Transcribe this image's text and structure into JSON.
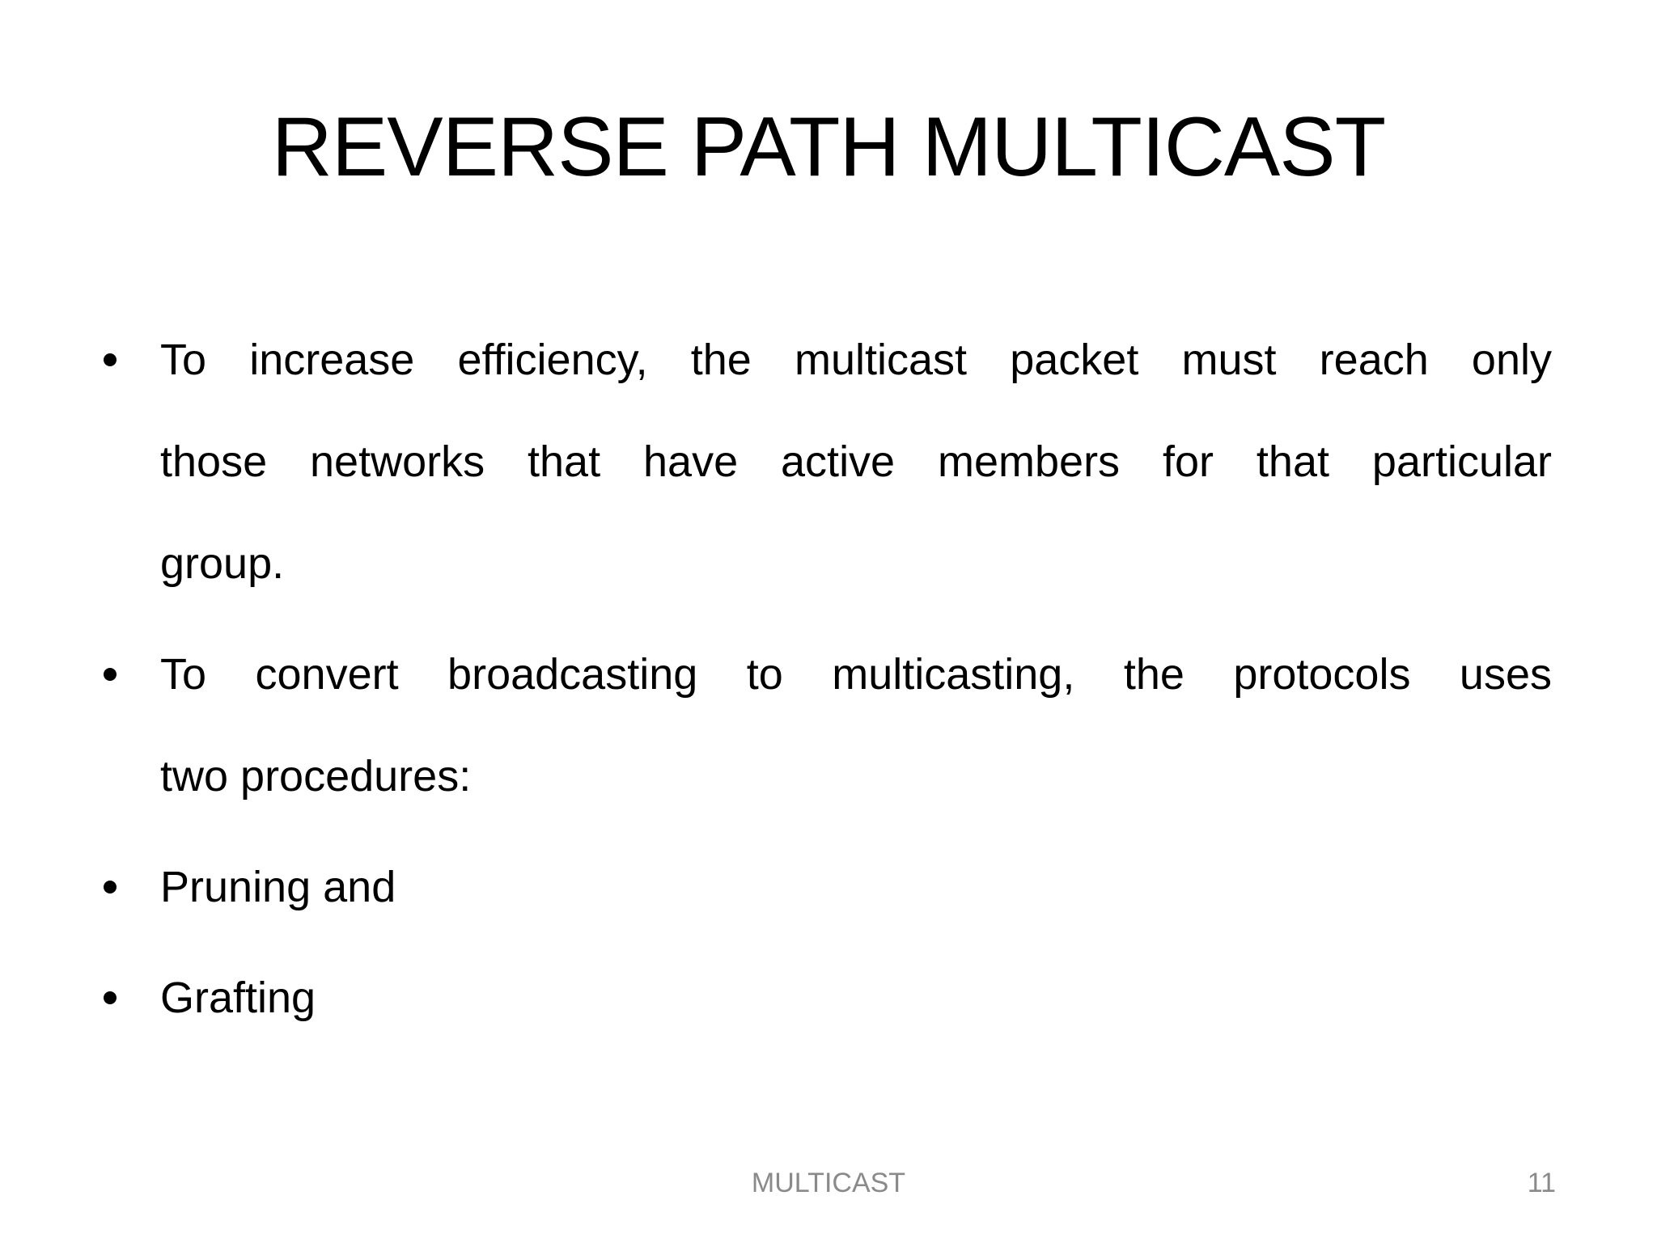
{
  "slide": {
    "title": "REVERSE PATH MULTICAST",
    "bullets": [
      {
        "lines": [
          "To increase efficiency, the multicast packet must reach only",
          "those networks that have active members for that particular",
          "group."
        ]
      },
      {
        "lines": [
          "To convert broadcasting to multicasting, the protocols uses",
          "two procedures:"
        ]
      },
      {
        "lines": [
          "Pruning and"
        ]
      },
      {
        "lines": [
          "Grafting"
        ]
      }
    ],
    "footer": {
      "label": "MULTICAST",
      "page_number": "11"
    },
    "icons": {
      "bullet": "filled-circle"
    },
    "colors": {
      "background": "#ffffff",
      "text": "#000000",
      "footer_text": "#8a8a8a"
    }
  }
}
